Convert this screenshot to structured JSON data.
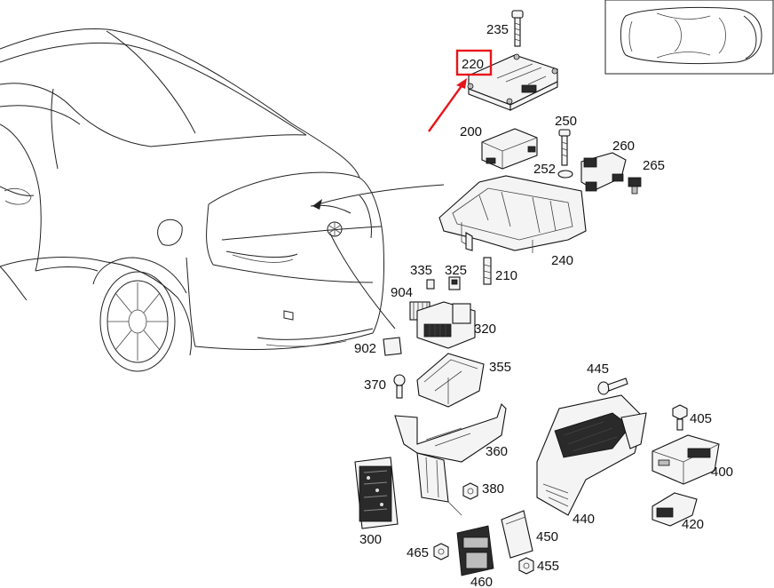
{
  "highlight": {
    "label": "220",
    "color": "#e8141b"
  },
  "labels": [
    {
      "id": "235",
      "text": "235"
    },
    {
      "id": "220",
      "text": "220"
    },
    {
      "id": "200",
      "text": "200"
    },
    {
      "id": "250",
      "text": "250"
    },
    {
      "id": "260",
      "text": "260"
    },
    {
      "id": "252",
      "text": "252"
    },
    {
      "id": "265",
      "text": "265"
    },
    {
      "id": "240",
      "text": "240"
    },
    {
      "id": "335",
      "text": "335"
    },
    {
      "id": "325",
      "text": "325"
    },
    {
      "id": "210",
      "text": "210"
    },
    {
      "id": "904",
      "text": "904"
    },
    {
      "id": "320",
      "text": "320"
    },
    {
      "id": "902",
      "text": "902"
    },
    {
      "id": "355",
      "text": "355"
    },
    {
      "id": "370",
      "text": "370"
    },
    {
      "id": "445",
      "text": "445"
    },
    {
      "id": "405",
      "text": "405"
    },
    {
      "id": "360",
      "text": "360"
    },
    {
      "id": "400",
      "text": "400"
    },
    {
      "id": "380",
      "text": "380"
    },
    {
      "id": "440",
      "text": "440"
    },
    {
      "id": "420",
      "text": "420"
    },
    {
      "id": "300",
      "text": "300"
    },
    {
      "id": "450",
      "text": "450"
    },
    {
      "id": "465",
      "text": "465"
    },
    {
      "id": "455",
      "text": "455"
    },
    {
      "id": "460",
      "text": "460"
    }
  ]
}
